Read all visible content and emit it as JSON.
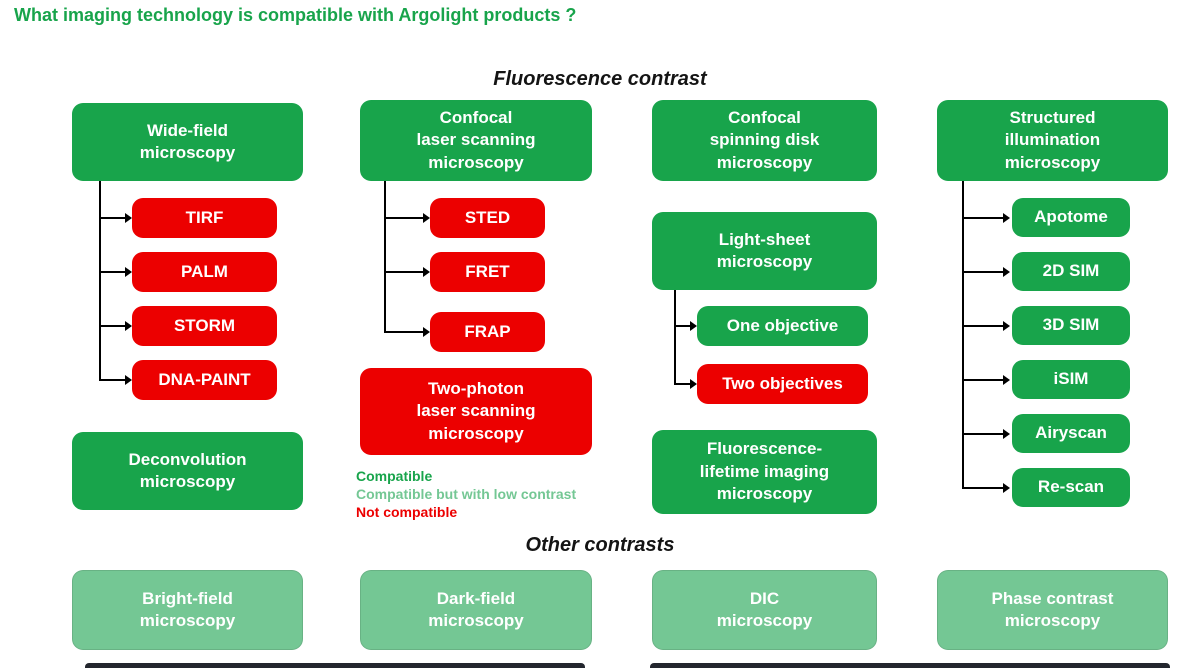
{
  "title": "What imaging technology is compatible with Argolight products ?",
  "sections": {
    "fluorescence_heading": "Fluorescence contrast",
    "other_heading": "Other contrasts"
  },
  "colors": {
    "compatible_green": "#18a44b",
    "not_compatible_red": "#ec0000",
    "low_contrast_green": "#74c794",
    "heading_text": "#141414",
    "connector_black": "#000000"
  },
  "legend": {
    "compatible": "Compatible",
    "low_contrast": "Compatible but with low contrast",
    "not_compatible": "Not compatible"
  },
  "boxes": {
    "wide_field": "Wide-field\nmicroscopy",
    "tirf": "TIRF",
    "palm": "PALM",
    "storm": "STORM",
    "dna_paint": "DNA-PAINT",
    "deconvolution": "Deconvolution\nmicroscopy",
    "confocal_laser": "Confocal\nlaser scanning\nmicroscopy",
    "sted": "STED",
    "fret": "FRET",
    "frap": "FRAP",
    "two_photon": "Two-photon\nlaser scanning\nmicroscopy",
    "confocal_spinning": "Confocal\nspinning disk\nmicroscopy",
    "light_sheet": "Light-sheet\nmicroscopy",
    "one_objective": "One objective",
    "two_objectives": "Two objectives",
    "flim": "Fluorescence-\nlifetime imaging\nmicroscopy",
    "structured_illumination": "Structured\nillumination\nmicroscopy",
    "apotome": "Apotome",
    "sim_2d": "2D SIM",
    "sim_3d": "3D SIM",
    "isim": "iSIM",
    "airyscan": "Airyscan",
    "rescan": "Re-scan",
    "bright_field": "Bright-field\nmicroscopy",
    "dark_field": "Dark-field\nmicroscopy",
    "dic": "DIC\nmicroscopy",
    "phase_contrast": "Phase contrast\nmicroscopy"
  }
}
